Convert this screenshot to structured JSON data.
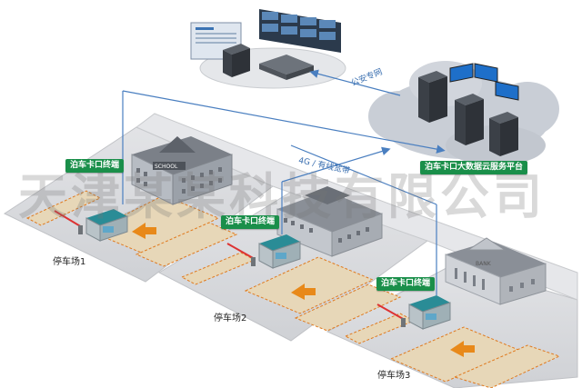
{
  "labels": {
    "public_security_net": "公安专网",
    "network_4g": "4G / 有线宽带",
    "cloud_platform": "泊车卡口大数据云服务平台",
    "checkpoint_1": "泊车卡口终端",
    "checkpoint_2": "泊车卡口终端",
    "checkpoint_3": "泊车卡口终端",
    "parking_lot_1": "停车场1",
    "parking_lot_2": "停车场2",
    "parking_lot_3": "停车场3",
    "school_sign": "SCHOOL",
    "bank_sign": "BANK",
    "watermark": "天津某某科技有限公司"
  },
  "colors": {
    "link_line": "#4a7fc0",
    "tag_green": "#1a8f4a",
    "booth_teal": "#2a8c96",
    "ground": "#d9dadd",
    "parking_slot": "#e7d7b8",
    "slot_border": "#e07a1e",
    "arrow_orange": "#e8891a",
    "cloud": "#c9ced6"
  },
  "icons": {
    "server": "server-tower-icon",
    "monitor_wall": "video-wall-icon",
    "barrier_gate": "barrier-gate-icon",
    "booth": "guard-booth-icon",
    "building": "building-icon"
  }
}
